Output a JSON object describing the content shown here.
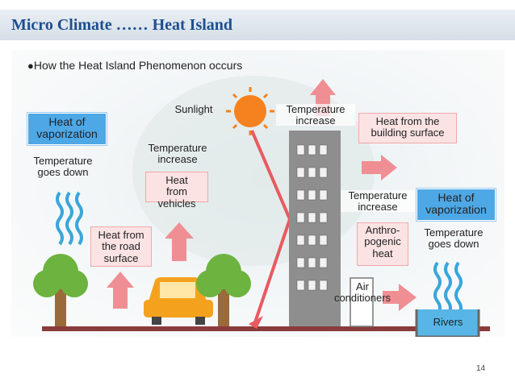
{
  "slide": {
    "title": "Micro Climate …… Heat Island",
    "page_number": "14"
  },
  "diagram": {
    "subtitle": "How the Heat Island Phenomenon occurs",
    "labels": {
      "heat_vaporization_left": "Heat of vaporization",
      "temp_down_left": "Temperature goes down",
      "heat_road": "Heat from the road surface",
      "temp_increase_vehicles": "Temperature increase",
      "heat_vehicles": "Heat from vehicles",
      "sunlight": "Sunlight",
      "temp_increase_top": "Temperature increase",
      "heat_building": "Heat from the building surface",
      "temp_increase_mid": "Temperature increase",
      "heat_vaporization_right": "Heat of vaporization",
      "anthropogenic": "Anthro-\npogenic\nheat",
      "temp_down_right": "Temperature goes down",
      "air_conditioners": "Air\nconditioners",
      "rivers": "Rivers"
    }
  },
  "colors": {
    "title": "#1d4f8f",
    "blue_box": "#4ea8e6",
    "pink_box": "#fbe3e4",
    "arrow_pink": "#ef8f94",
    "ground": "#8b3b3b",
    "building": "#8e8e8e",
    "tree": "#6db33f",
    "car": "#f4a21e",
    "sun": "#f5821f",
    "water": "#57b6e6"
  }
}
